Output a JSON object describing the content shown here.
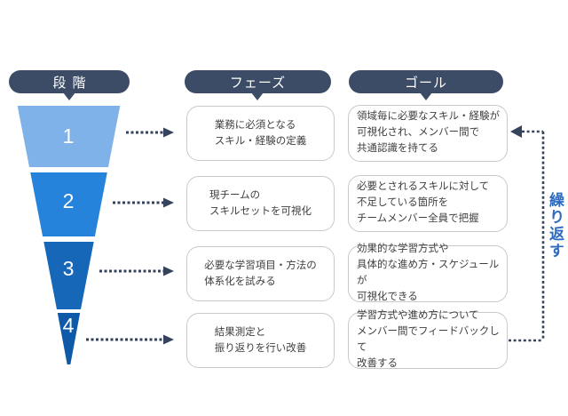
{
  "diagram": {
    "columns": {
      "stage": "段階",
      "phase": "フェーズ",
      "goal": "ゴール"
    },
    "loop_label": "繰り返す",
    "funnel_stages": [
      {
        "number": "1",
        "color": "#7fb2e8"
      },
      {
        "number": "2",
        "color": "#2583db"
      },
      {
        "number": "3",
        "color": "#1767b8"
      },
      {
        "number": "4",
        "color": "#0f5aa8"
      }
    ],
    "rows": [
      {
        "phase": "業務に必須となる\nスキル・経験の定義",
        "goal": "領域毎に必要なスキル・経験が\n可視化され、メンバー間で\n共通認識を持てる"
      },
      {
        "phase": "現チームの\nスキルセットを可視化",
        "goal": "必要とされるスキルに対して\n不足している箇所を\nチームメンバー全員で把握"
      },
      {
        "phase": "必要な学習項目・方法の\n体系化を試みる",
        "goal": "効果的な学習方式や\n具体的な進め方・スケジュールが\n可視化できる"
      },
      {
        "phase": "結果測定と\n振り返りを行い改善",
        "goal": "学習方式や進め方について\nメンバー間でフィードバックして\n改善する"
      }
    ],
    "colors": {
      "header_pill": "#3d4c66",
      "arrow": "#36435c",
      "loop_text": "#2e6bbf",
      "box_border": "#c9c9c9",
      "box_text": "#3f3f3f"
    }
  }
}
